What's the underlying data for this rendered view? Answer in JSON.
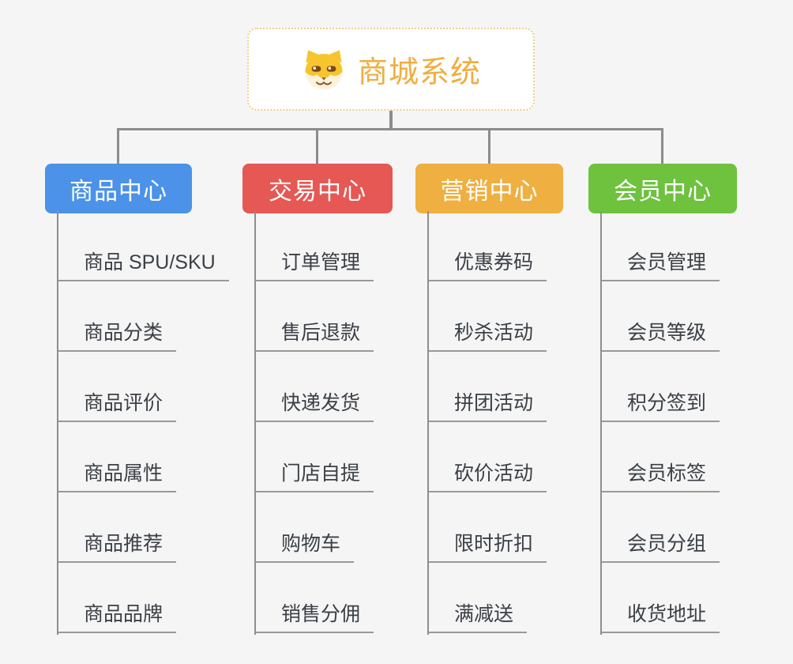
{
  "root": {
    "title": "商城系统",
    "icon": "dog-icon"
  },
  "branches": [
    {
      "label": "商品中心",
      "color": "#4b92e8",
      "items": [
        "商品 SPU/SKU",
        "商品分类",
        "商品评价",
        "商品属性",
        "商品推荐",
        "商品品牌"
      ]
    },
    {
      "label": "交易中心",
      "color": "#e65854",
      "items": [
        "订单管理",
        "售后退款",
        "快递发货",
        "门店自提",
        "购物车",
        "销售分佣"
      ]
    },
    {
      "label": "营销中心",
      "color": "#efaf41",
      "items": [
        "优惠券码",
        "秒杀活动",
        "拼团活动",
        "砍价活动",
        "限时折扣",
        "满减送"
      ]
    },
    {
      "label": "会员中心",
      "color": "#6ec23e",
      "items": [
        "会员管理",
        "会员等级",
        "积分签到",
        "会员标签",
        "会员分组",
        "收货地址"
      ]
    }
  ],
  "colors": {
    "canvas_background": "#f5f5f6",
    "connector": "#8c8c8c",
    "item_underline": "#999999",
    "item_text": "#3b4045",
    "root_border": "#f3cb85",
    "root_title": "#efae41"
  }
}
